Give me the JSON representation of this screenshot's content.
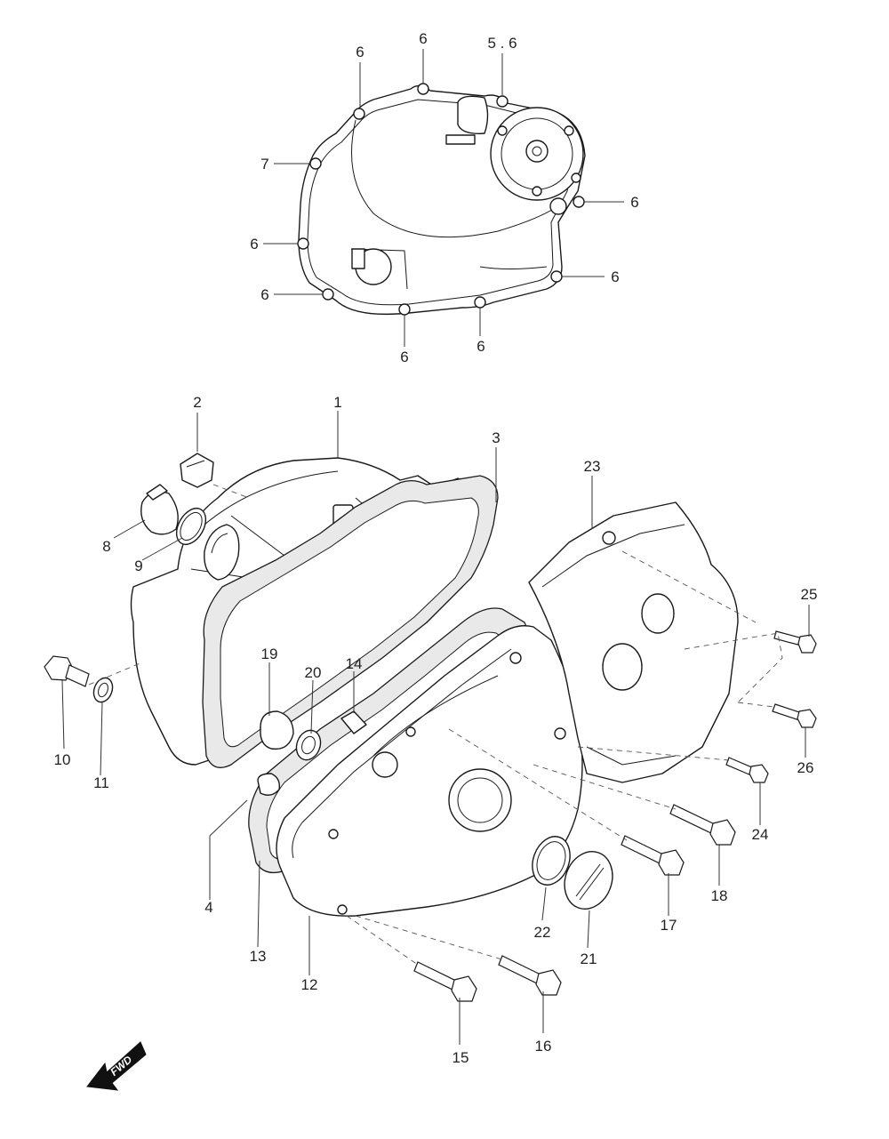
{
  "labels": {
    "p1": "1",
    "p2": "2",
    "p3": "3",
    "p4": "4",
    "p5_6": "5 . 6",
    "p6": "6",
    "p7": "7",
    "p8": "8",
    "p9": "9",
    "p10": "10",
    "p11": "11",
    "p12": "12",
    "p13": "13",
    "p14": "14",
    "p15": "15",
    "p16": "16",
    "p17": "17",
    "p18": "18",
    "p19": "19",
    "p20": "20",
    "p21": "21",
    "p22": "22",
    "p23": "23",
    "p24": "24",
    "p25": "25",
    "p26": "26"
  },
  "fwd_label": "FWD",
  "colors": {
    "line": "#1a1a1a",
    "gasket": "#e9e9e9",
    "background": "#ffffff"
  }
}
